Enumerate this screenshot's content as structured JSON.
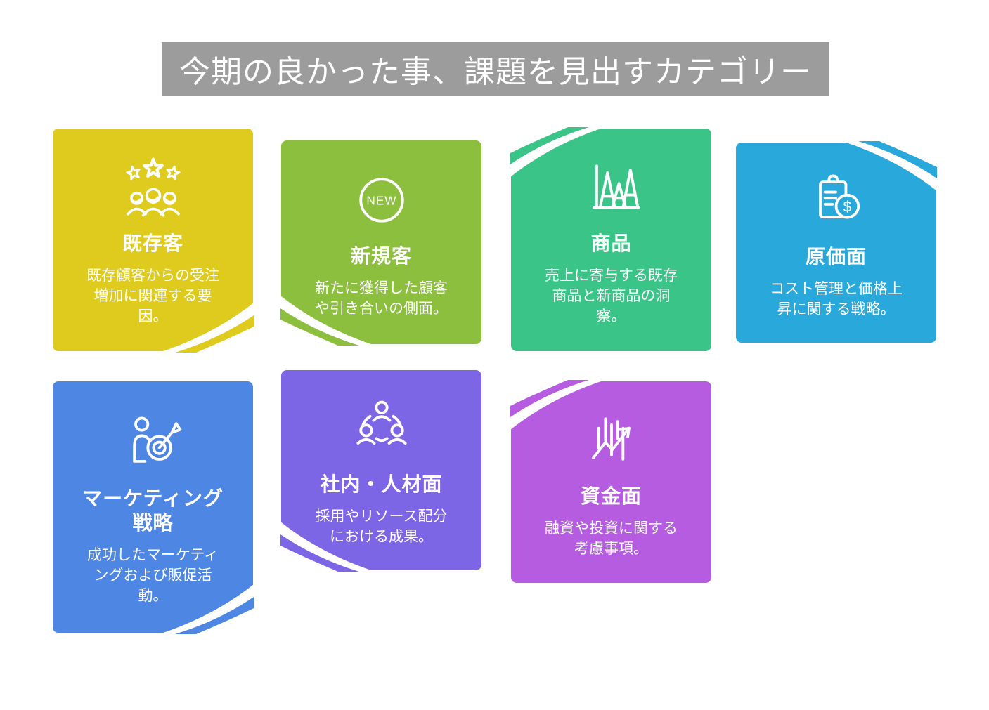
{
  "header": {
    "title": "今期の良かった事、課題を見出すカテゴリー",
    "background": "#9D9C9C"
  },
  "icon_text": {
    "new_badge": "NEW",
    "dollar": "$"
  },
  "cards": [
    {
      "id": "existing-customers",
      "icon": "customers-stars-icon",
      "title": "既存客",
      "desc": "既存顧客からの受注\n増加に関連する要\n因。",
      "color": "#DECB1E",
      "curl": "bottom-right"
    },
    {
      "id": "new-customers",
      "icon": "new-badge-icon",
      "title": "新規客",
      "desc": "新たに獲得した顧客\nや引き合いの側面。",
      "color": "#8BBF3D",
      "curl": "bottom-left"
    },
    {
      "id": "products",
      "icon": "peak-chart-icon",
      "title": "商品",
      "desc": "売上に寄与する既存\n商品と新商品の洞\n察。",
      "color": "#3BC487",
      "curl": "top-left"
    },
    {
      "id": "cost",
      "icon": "clipboard-dollar-icon",
      "title": "原価面",
      "desc": "コスト管理と価格上\n昇に関する戦略。",
      "color": "#29A9DB",
      "curl": "top-right"
    },
    {
      "id": "marketing-strategy",
      "icon": "target-person-icon",
      "title": "マーケティング\n戦略",
      "desc": "成功したマーケティ\nングおよび販促活\n動。",
      "color": "#4E86E3",
      "curl": "bottom-right"
    },
    {
      "id": "internal-hr",
      "icon": "team-network-icon",
      "title": "社内・人材面",
      "desc": "採用やリソース配分\nにおける成果。",
      "color": "#7D66E6",
      "curl": "bottom-left"
    },
    {
      "id": "funding",
      "icon": "growth-arrow-icon",
      "title": "資金面",
      "desc": "融資や投資に関する\n考慮事項。",
      "color": "#B55CE0",
      "curl": "top-left"
    }
  ]
}
